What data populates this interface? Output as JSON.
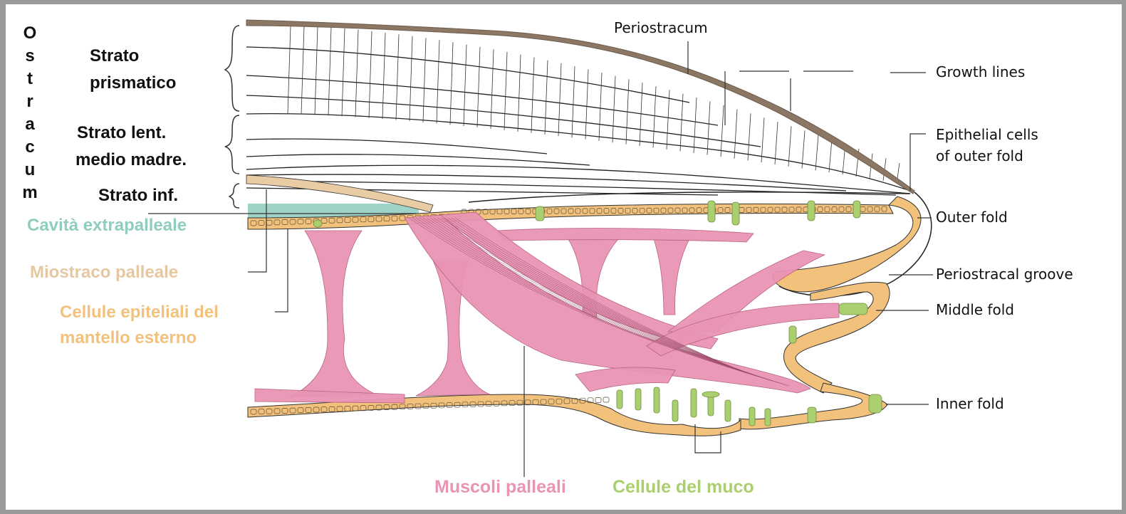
{
  "left_labels": {
    "ostracum_letters": [
      "O",
      "s",
      "t",
      "r",
      "a",
      "c",
      "u",
      "m"
    ],
    "strato_prismatico": [
      "Strato",
      "prismatico"
    ],
    "strato_lent": [
      "Strato lent.",
      "medio madre."
    ],
    "strato_inf": "Strato inf.",
    "cavita": "Cavità extrapalleale",
    "miostraco": "Miostraco palleale",
    "cellule_epiteliali": [
      "Cellule epiteliali del",
      "mantello esterno"
    ]
  },
  "right_labels": {
    "periostracum": "Periostracum",
    "growth_lines": "Growth lines",
    "epithelial_cells": [
      "Epithelial cells",
      "of outer fold"
    ],
    "outer_fold": "Outer fold",
    "periostracal_groove": "Periostracal groove",
    "middle_fold": "Middle fold",
    "inner_fold": "Inner fold"
  },
  "bottom_labels": {
    "muscoli": "Muscoli palleali",
    "cellule_muco": "Cellule del muco"
  },
  "colors": {
    "teal": "#9fd3c7",
    "tan": "#e9cba4",
    "orange": "#f2c27d",
    "pink": "#e994b4",
    "green": "#a9cf6f",
    "periostracum": "#8c7764",
    "background": "#9a9a9a"
  }
}
